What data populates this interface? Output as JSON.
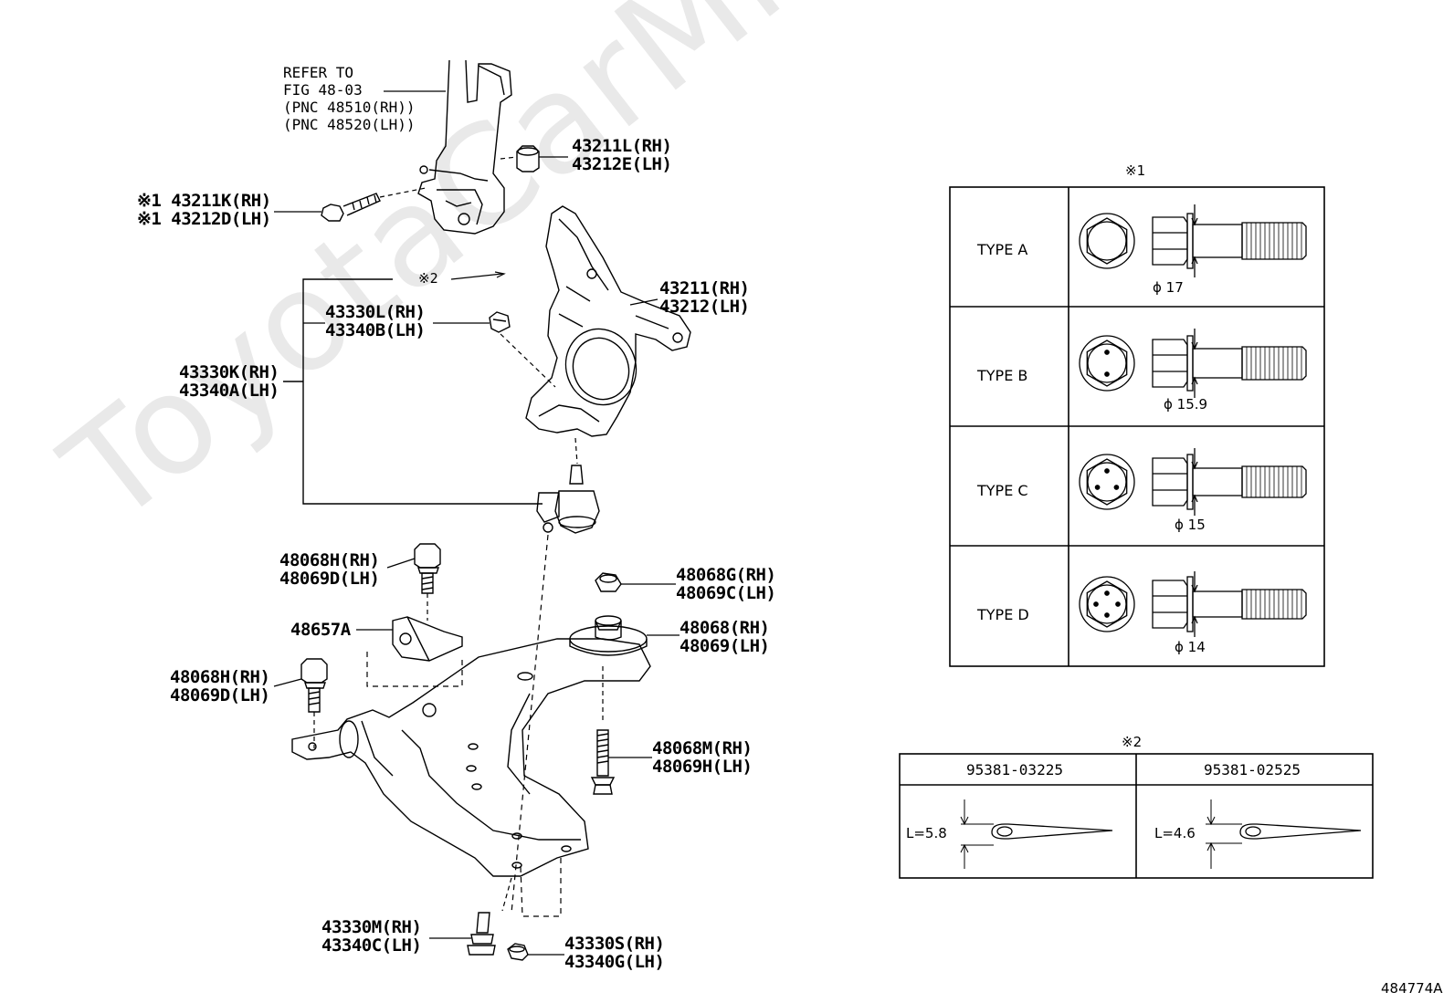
{
  "watermark": "ToyotaCarMine.ru",
  "figure_id": "484774A",
  "refer_note": [
    "REFER TO",
    "FIG 48-03",
    "(PNC 48510(RH))",
    "(PNC 48520(LH))"
  ],
  "marks": {
    "note1": "※1",
    "note2": "※2"
  },
  "parts": {
    "p43211l": [
      "43211L(RH)",
      "43212E(LH)"
    ],
    "p43211k": [
      "※1 43211K(RH)",
      "※1 43212D(LH)"
    ],
    "p43211": [
      "43211(RH)",
      "43212(LH)"
    ],
    "p43330l": [
      "43330L(RH)",
      "43340B(LH)"
    ],
    "p43330k": [
      "43330K(RH)",
      "43340A(LH)"
    ],
    "p48068h_a": [
      "48068H(RH)",
      "48069D(LH)"
    ],
    "p48068g": [
      "48068G(RH)",
      "48069C(LH)"
    ],
    "p48657a": [
      "48657A"
    ],
    "p48068": [
      "48068(RH)",
      "48069(LH)"
    ],
    "p48068h_b": [
      "48068H(RH)",
      "48069D(LH)"
    ],
    "p48068m": [
      "48068M(RH)",
      "48069H(LH)"
    ],
    "p43330m": [
      "43330M(RH)",
      "43340C(LH)"
    ],
    "p43330s": [
      "43330S(RH)",
      "43340G(LH)"
    ]
  },
  "table1": {
    "rows": [
      {
        "type": "TYPE A",
        "dia": "ϕ 17"
      },
      {
        "type": "TYPE B",
        "dia": "ϕ 15.9"
      },
      {
        "type": "TYPE C",
        "dia": "ϕ 15"
      },
      {
        "type": "TYPE D",
        "dia": "ϕ 14"
      }
    ]
  },
  "table2": {
    "cols": [
      {
        "part": "95381-03225",
        "len": "L=5.8"
      },
      {
        "part": "95381-02525",
        "len": "L=4.6"
      }
    ]
  }
}
